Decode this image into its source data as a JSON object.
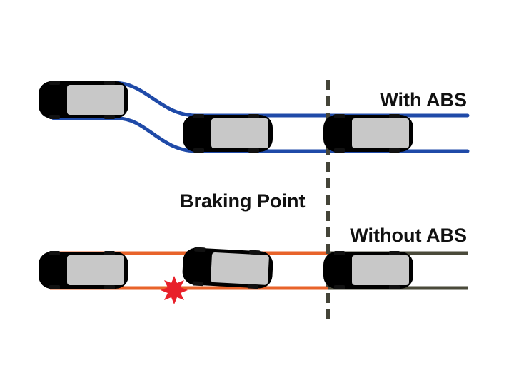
{
  "labels": {
    "with_abs": "With ABS",
    "braking_point": "Braking Point",
    "without_abs": "Without ABS"
  },
  "colors": {
    "abs_track": "#1f4aa8",
    "abs_car_body": "#1565c0",
    "no_abs_track": "#e8632a",
    "no_abs_tail_track": "#4a4a3a",
    "no_abs_car_body": "#7a7860",
    "car_roof": "#c8c8c8",
    "tire": "#111111",
    "braking_line": "#444438",
    "collision": "#e8202a"
  },
  "icons": {
    "collision": "collision-burst-icon"
  }
}
